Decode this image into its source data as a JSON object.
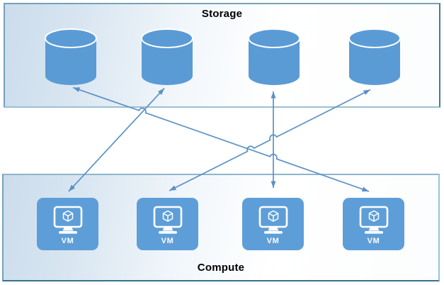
{
  "zones": {
    "storage": {
      "title": "Storage",
      "nodes": [
        {
          "id": "storage-1",
          "icon": "database-cylinder-icon"
        },
        {
          "id": "storage-2",
          "icon": "database-cylinder-icon"
        },
        {
          "id": "storage-3",
          "icon": "database-cylinder-icon"
        },
        {
          "id": "storage-4",
          "icon": "database-cylinder-icon"
        }
      ]
    },
    "compute": {
      "title": "Compute",
      "nodes": [
        {
          "id": "vm-1",
          "icon": "vm-monitor-icon",
          "label": "VM"
        },
        {
          "id": "vm-2",
          "icon": "vm-monitor-icon",
          "label": "VM"
        },
        {
          "id": "vm-3",
          "icon": "vm-monitor-icon",
          "label": "VM"
        },
        {
          "id": "vm-4",
          "icon": "vm-monitor-icon",
          "label": "VM"
        }
      ]
    }
  },
  "connections": [
    {
      "from": "storage-1",
      "to": "vm-4",
      "arrows": "both"
    },
    {
      "from": "storage-2",
      "to": "vm-1",
      "arrows": "both"
    },
    {
      "from": "storage-3",
      "to": "vm-3",
      "arrows": "both"
    },
    {
      "from": "storage-4",
      "to": "vm-2",
      "arrows": "both"
    }
  ],
  "colors": {
    "node-blue": "#5b9bd5",
    "tile-blue": "#5e9ed8",
    "connector-blue": "#5b91c5",
    "zone-fill": "#cbdcec",
    "zone-border": "#6fa0bb",
    "title-color": "#000000",
    "vm-label-color": "#ffffff"
  }
}
